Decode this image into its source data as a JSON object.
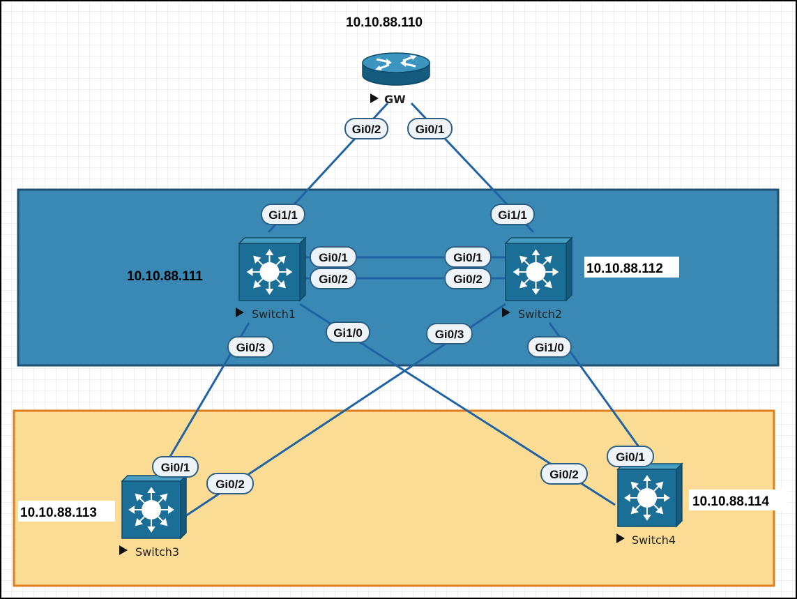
{
  "devices": {
    "gw": {
      "name": "GW",
      "ip": "10.10.88.110"
    },
    "switch1": {
      "name": "Switch1",
      "ip": "10.10.88.111"
    },
    "switch2": {
      "name": "Switch2",
      "ip": "10.10.88.112"
    },
    "switch3": {
      "name": "Switch3",
      "ip": "10.10.88.113"
    },
    "switch4": {
      "name": "Switch4",
      "ip": "10.10.88.114"
    }
  },
  "ports": {
    "gw_gi02": "Gi0/2",
    "gw_gi01": "Gi0/1",
    "sw1_gi11": "Gi1/1",
    "sw2_gi11": "Gi1/1",
    "sw1_gi01": "Gi0/1",
    "sw1_gi02": "Gi0/2",
    "sw2_gi01": "Gi0/1",
    "sw2_gi02": "Gi0/2",
    "sw1_gi03": "Gi0/3",
    "sw1_gi10": "Gi1/0",
    "sw2_gi03": "Gi0/3",
    "sw2_gi10": "Gi1/0",
    "sw3_gi01": "Gi0/1",
    "sw3_gi02": "Gi0/2",
    "sw4_gi01": "Gi0/1",
    "sw4_gi02": "Gi0/2"
  },
  "colors": {
    "distribution_zone": "#3a89b4",
    "access_zone": "#fbdc94",
    "link": "#1f63a3"
  },
  "icons": {
    "router": "router-icon",
    "switch": "layer3-switch-icon",
    "expand": "play-triangle-icon"
  }
}
